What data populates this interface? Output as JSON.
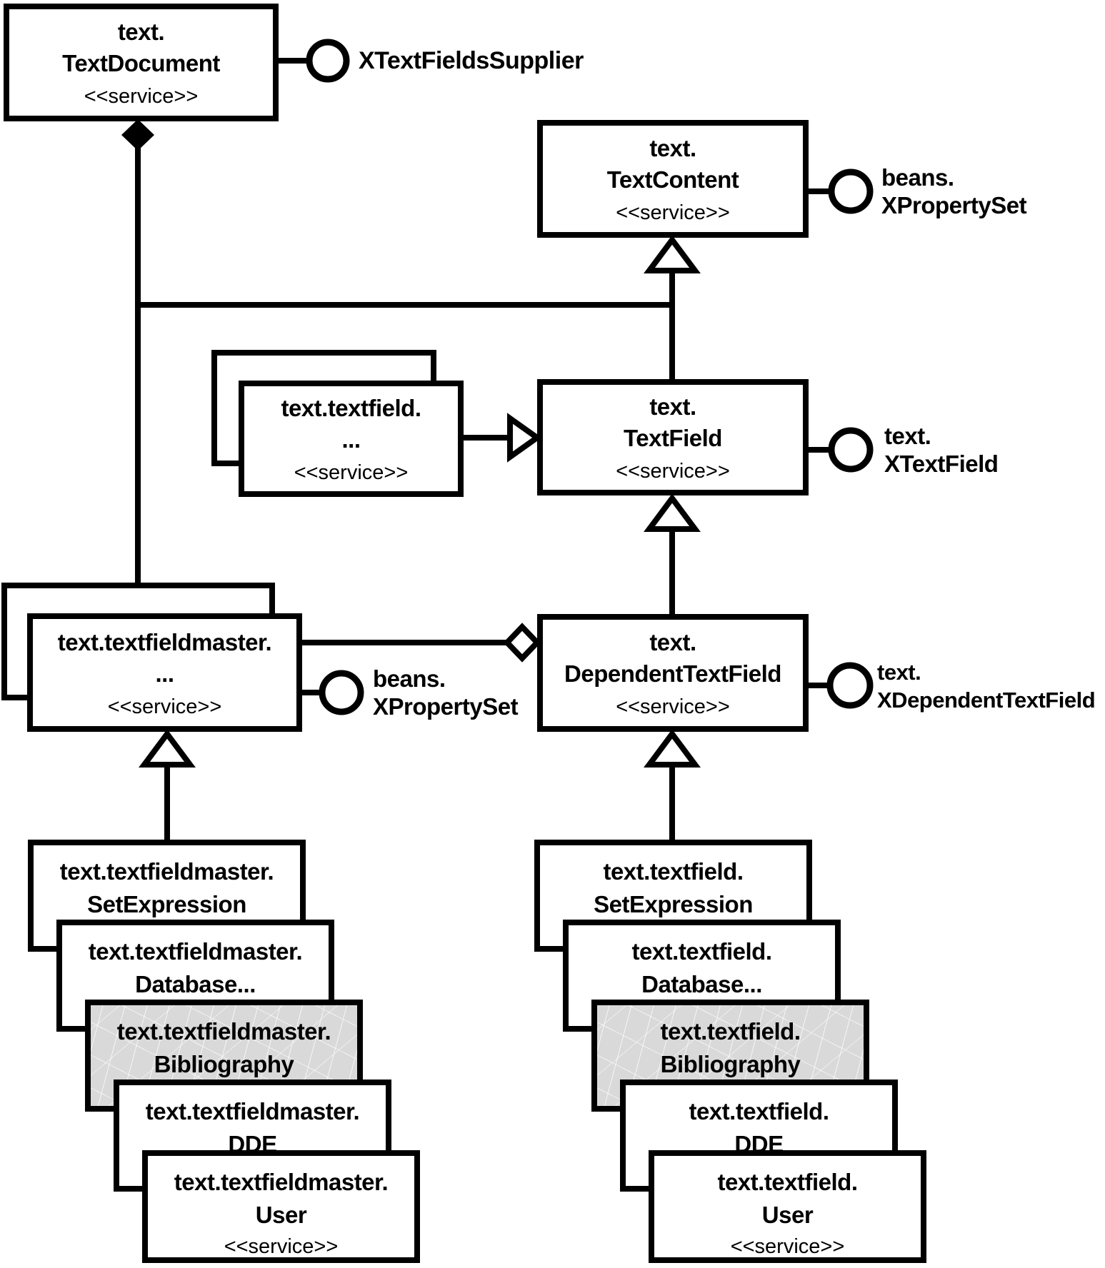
{
  "boxes": {
    "text_document": {
      "name_line1": "text.",
      "name_line2": "TextDocument",
      "stereotype": "<<service>>"
    },
    "text_content": {
      "name_line1": "text.",
      "name_line2": "TextContent",
      "stereotype": "<<service>>"
    },
    "textfield_group": {
      "name_line1": "text.textfield.",
      "name_line2": "...",
      "stereotype": "<<service>>"
    },
    "text_field": {
      "name_line1": "text.",
      "name_line2": "TextField",
      "stereotype": "<<service>>"
    },
    "textfieldmaster_group": {
      "name_line1": "text.textfieldmaster.",
      "name_line2": "...",
      "stereotype": "<<service>>"
    },
    "dependent_text_field": {
      "name_line1": "text.",
      "name_line2": "DependentTextField",
      "stereotype": "<<service>>"
    }
  },
  "interfaces": {
    "x_text_fields_supplier": {
      "label": "XTextFieldsSupplier"
    },
    "beans_x_property_set_top": {
      "line1": "beans.",
      "line2": "XPropertySet"
    },
    "text_x_text_field": {
      "line1": "text.",
      "line2": "XTextField"
    },
    "beans_x_property_set_master": {
      "line1": "beans.",
      "line2": "XPropertySet"
    },
    "text_x_dependent_text_field": {
      "line1": "text.",
      "line2": "XDependentTextField"
    }
  },
  "stacks": {
    "master": [
      {
        "line1": "text.textfieldmaster.",
        "line2": "SetExpression"
      },
      {
        "line1": "text.textfieldmaster.",
        "line2": "Database..."
      },
      {
        "line1": "text.textfieldmaster.",
        "line2": "Bibliography"
      },
      {
        "line1": "text.textfieldmaster.",
        "line2": "DDE"
      },
      {
        "line1": "text.textfieldmaster.",
        "line2": "User",
        "stereotype": "<<service>>"
      }
    ],
    "field": [
      {
        "line1": "text.textfield.",
        "line2": "SetExpression"
      },
      {
        "line1": "text.textfield.",
        "line2": "Database..."
      },
      {
        "line1": "text.textfield.",
        "line2": "Bibliography"
      },
      {
        "line1": "text.textfield.",
        "line2": "DDE"
      },
      {
        "line1": "text.textfield.",
        "line2": "User",
        "stereotype": "<<service>>"
      }
    ]
  },
  "colors": {
    "line": "#000000",
    "background": "#ffffff",
    "shaded_box": "#d9d9d9"
  }
}
